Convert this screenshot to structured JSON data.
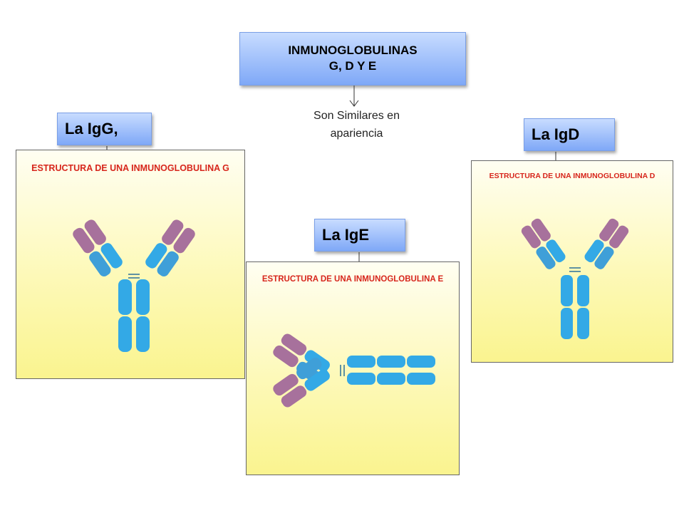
{
  "title_box": {
    "line1": "INMUNOGLOBULINAS",
    "line2": "G, D Y E"
  },
  "subtitle": {
    "line1": "Son Similares en",
    "line2": "apariencia"
  },
  "labels": {
    "igg": "La IgG,",
    "igd": "La IgD",
    "ige": "La IgE"
  },
  "panels": {
    "igg": {
      "title": "ESTRUCTURA DE UNA INMUNOGLOBULINA G"
    },
    "igd": {
      "title": "ESTRUCTURA DE UNA INMUNOGLOBULINA D"
    },
    "ige": {
      "title": "ESTRUCTURA DE UNA INMUNOGLOBULINA E"
    }
  },
  "colors": {
    "box_top": "#c8dcff",
    "box_bottom": "#7fa8f7",
    "panel_title": "#d7261c",
    "heavy_chain": "#33a9e6",
    "light_chain": "#3f9fd8",
    "variable_region": "#a7719c",
    "panel_top": "#fffef2",
    "panel_bottom": "#faf48f"
  }
}
